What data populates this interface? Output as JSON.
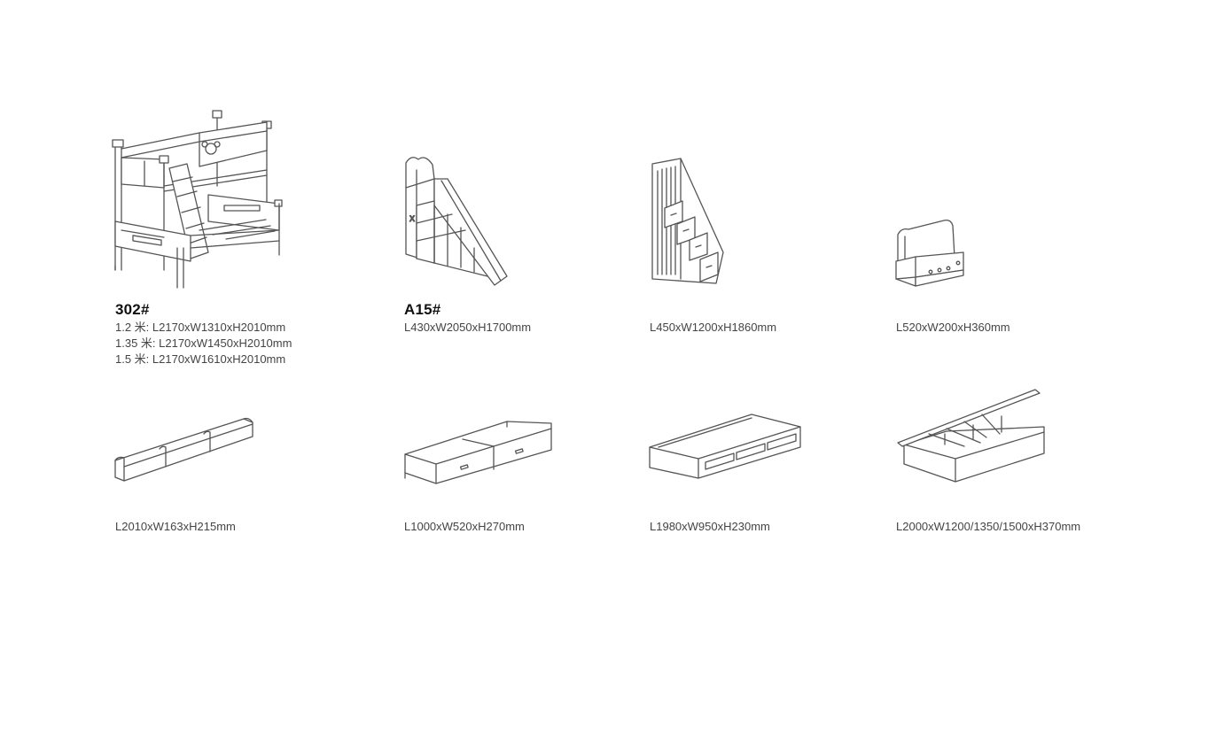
{
  "products": [
    {
      "id": "bunk-bed",
      "code": "302#",
      "dims": [
        "1.2 米:  L2170xW1310xH2010mm",
        "1.35 米:  L2170xW1450xH2010mm",
        "1.5 米:  L2170xW1610xH2010mm"
      ]
    },
    {
      "id": "slide-stair-cabinet",
      "code": "A15#",
      "dims": [
        "L430xW2050xH1700mm"
      ]
    },
    {
      "id": "stair-cabinet",
      "code": "",
      "dims": [
        "L450xW1200xH1860mm"
      ]
    },
    {
      "id": "headboard-shelf",
      "code": "",
      "dims": [
        "L520xW200xH360mm"
      ]
    },
    {
      "id": "wall-shelf",
      "code": "",
      "dims": [
        "L2010xW163xH215mm"
      ]
    },
    {
      "id": "under-bed-drawers",
      "code": "",
      "dims": [
        "L1000xW520xH270mm"
      ]
    },
    {
      "id": "trundle-bed",
      "code": "",
      "dims": [
        "L1980xW950xH230mm"
      ]
    },
    {
      "id": "storage-bed-frame",
      "code": "",
      "dims": [
        "L2000xW1200/1350/1500xH370mm"
      ]
    }
  ]
}
